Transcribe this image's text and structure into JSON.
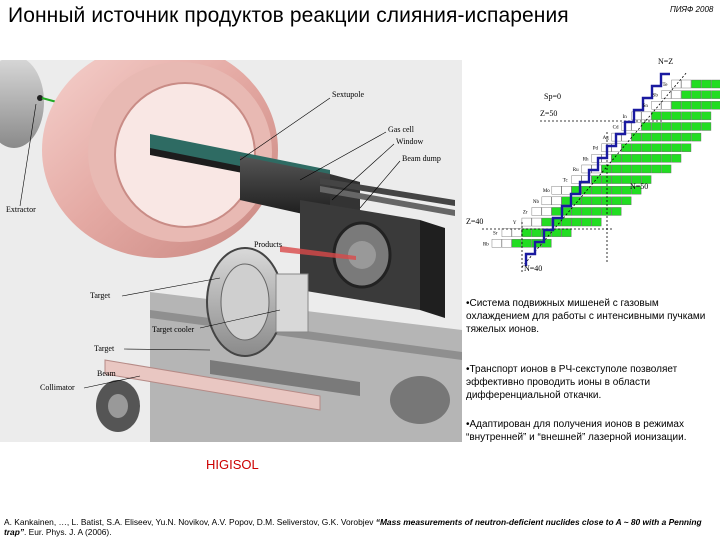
{
  "slide": {
    "title": "Ионный источник продуктов реакции слияния-испарения",
    "org": "ПИЯФ 2008"
  },
  "figure": {
    "labels": {
      "sextupole": "Sextupole",
      "gas_cell": "Gas cell",
      "window": "Window",
      "beam_dump": "Beam dump",
      "extractor": "Extractor",
      "products": "Products",
      "target": "Target",
      "target_cooler": "Target cooler",
      "target2": "Target",
      "beam": "Beam",
      "collimator": "Collimator"
    },
    "caption": "HIGISOL",
    "colors": {
      "beam_line": "#22aa22",
      "caption": "#cc0000"
    }
  },
  "nuclide_chart": {
    "labels": {
      "n_eq_z": "N=Z",
      "sp0": "Sp=0",
      "z50": "Z=50",
      "n50": "N=50",
      "z40": "Z=40",
      "n40": "N=40"
    },
    "elements": [
      "Te",
      "Sb",
      "Sn",
      "In",
      "Cd",
      "Ag",
      "Pd",
      "Rh",
      "Ru",
      "Tc",
      "Mo",
      "Nb",
      "Zr",
      "Y",
      "Sr",
      "Rb"
    ],
    "colors": {
      "measured": "#22dd22",
      "path": "#1a1aa0"
    }
  },
  "bullets": [
    "•Система подвижных мишеней с газовым охлаждением для работы с интенсивными пучками тяжелых ионов.",
    "•Транспорт ионов в РЧ-секступоле позволяет эффективно проводить ионы в области дифференциальной откачки.",
    "•Адаптирован для получения ионов в режимах “внутренней” и “внешней” лазерной ионизации."
  ],
  "reference": {
    "authors": "A. Kankainen, …, L. Batist, S.A. Eliseev, Yu.N. Novikov, A.V. Popov, D.M. Seliverstov, G.K. Vorobjev ",
    "title": "“Mass measurements of neutron-deficient nuclides close to A ~ 80 with a Penning trap”",
    "journal": ". Eur. Phys. J. A (2006)."
  }
}
